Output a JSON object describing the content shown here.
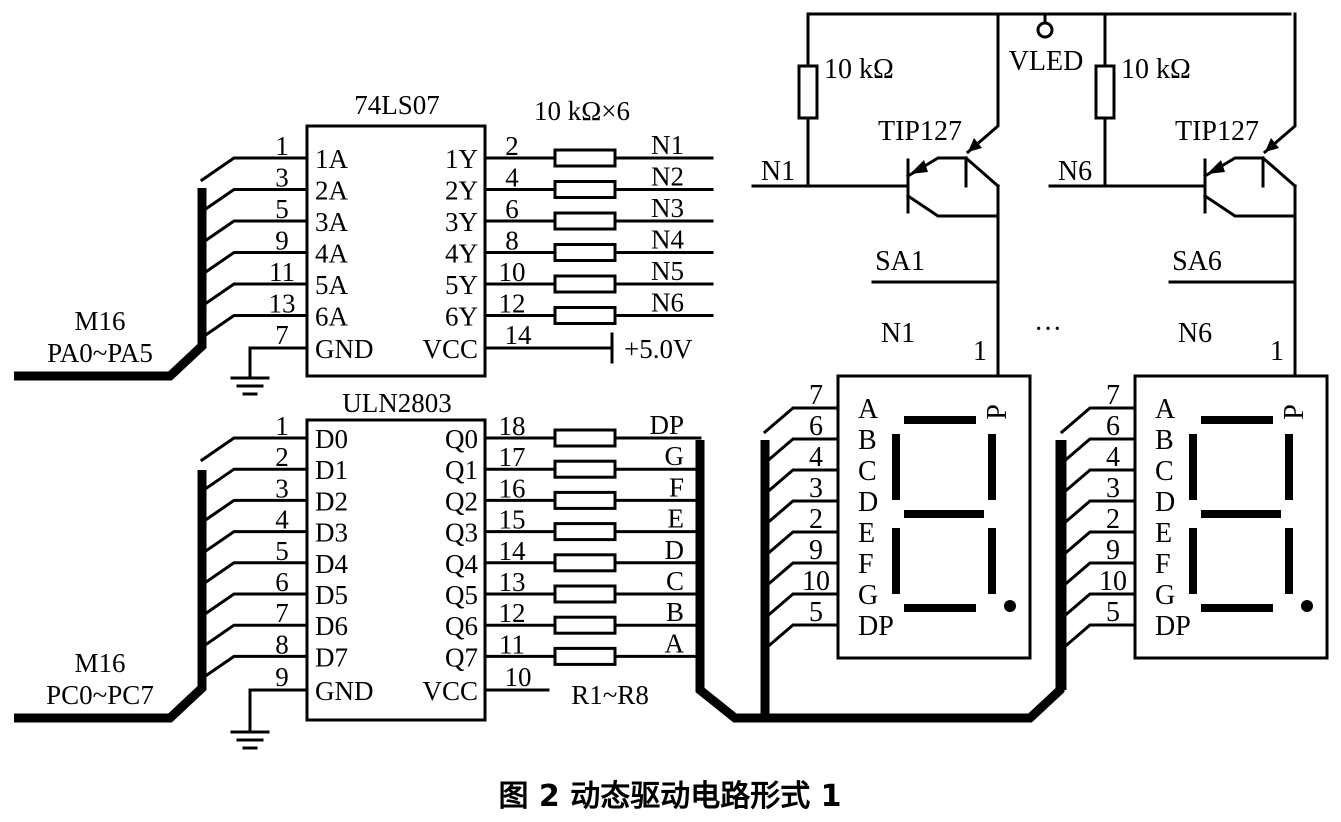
{
  "caption": "图 2   动态驱动电路形式 1",
  "u1": {
    "name": "74LS07",
    "in_pins": [
      "1",
      "3",
      "5",
      "9",
      "11",
      "13"
    ],
    "in_labels": [
      "1A",
      "2A",
      "3A",
      "4A",
      "5A",
      "6A"
    ],
    "out_labels": [
      "1Y",
      "2Y",
      "3Y",
      "4Y",
      "5Y",
      "6Y"
    ],
    "out_pins": [
      "2",
      "4",
      "6",
      "8",
      "10",
      "12"
    ],
    "net_labels": [
      "N1",
      "N2",
      "N3",
      "N4",
      "N5",
      "N6"
    ],
    "gnd_pin": "7",
    "gnd_label": "GND",
    "vcc_label": "VCC",
    "vcc_pin": "14",
    "vcc_net": "+5.0V",
    "res_label": "10 kΩ×6",
    "bus_top": "M16",
    "bus_bottom": "PA0~PA5"
  },
  "u2": {
    "name": "ULN2803",
    "in_pins": [
      "1",
      "2",
      "3",
      "4",
      "5",
      "6",
      "7",
      "8"
    ],
    "in_labels": [
      "D0",
      "D1",
      "D2",
      "D3",
      "D4",
      "D5",
      "D6",
      "D7"
    ],
    "out_labels": [
      "Q0",
      "Q1",
      "Q2",
      "Q3",
      "Q4",
      "Q5",
      "Q6",
      "Q7"
    ],
    "out_pins": [
      "18",
      "17",
      "16",
      "15",
      "14",
      "13",
      "12",
      "11"
    ],
    "net_labels": [
      "DP",
      "G",
      "F",
      "E",
      "D",
      "C",
      "B",
      "A"
    ],
    "gnd_pin": "9",
    "gnd_label": "GND",
    "vcc_label": "VCC",
    "vcc_pin": "10",
    "res_label": "R1~R8",
    "bus_top": "M16",
    "bus_bottom": "PC0~PC7"
  },
  "drivers": [
    {
      "res_label": "10 kΩ",
      "transistor": "TIP127",
      "base_net": "N1",
      "switch": "SA1",
      "digit_net": "N1",
      "common_pin": "1"
    },
    {
      "res_label": "10 kΩ",
      "transistor": "TIP127",
      "base_net": "N6",
      "switch": "SA6",
      "digit_net": "N6",
      "common_pin": "1"
    }
  ],
  "vled": "VLED",
  "ellipsis": "···",
  "display": {
    "seg_pins": [
      "7",
      "6",
      "4",
      "3",
      "2",
      "9",
      "10",
      "5"
    ],
    "seg_labels": [
      "A",
      "B",
      "C",
      "D",
      "E",
      "F",
      "G",
      "DP"
    ],
    "p_mark": "P"
  }
}
